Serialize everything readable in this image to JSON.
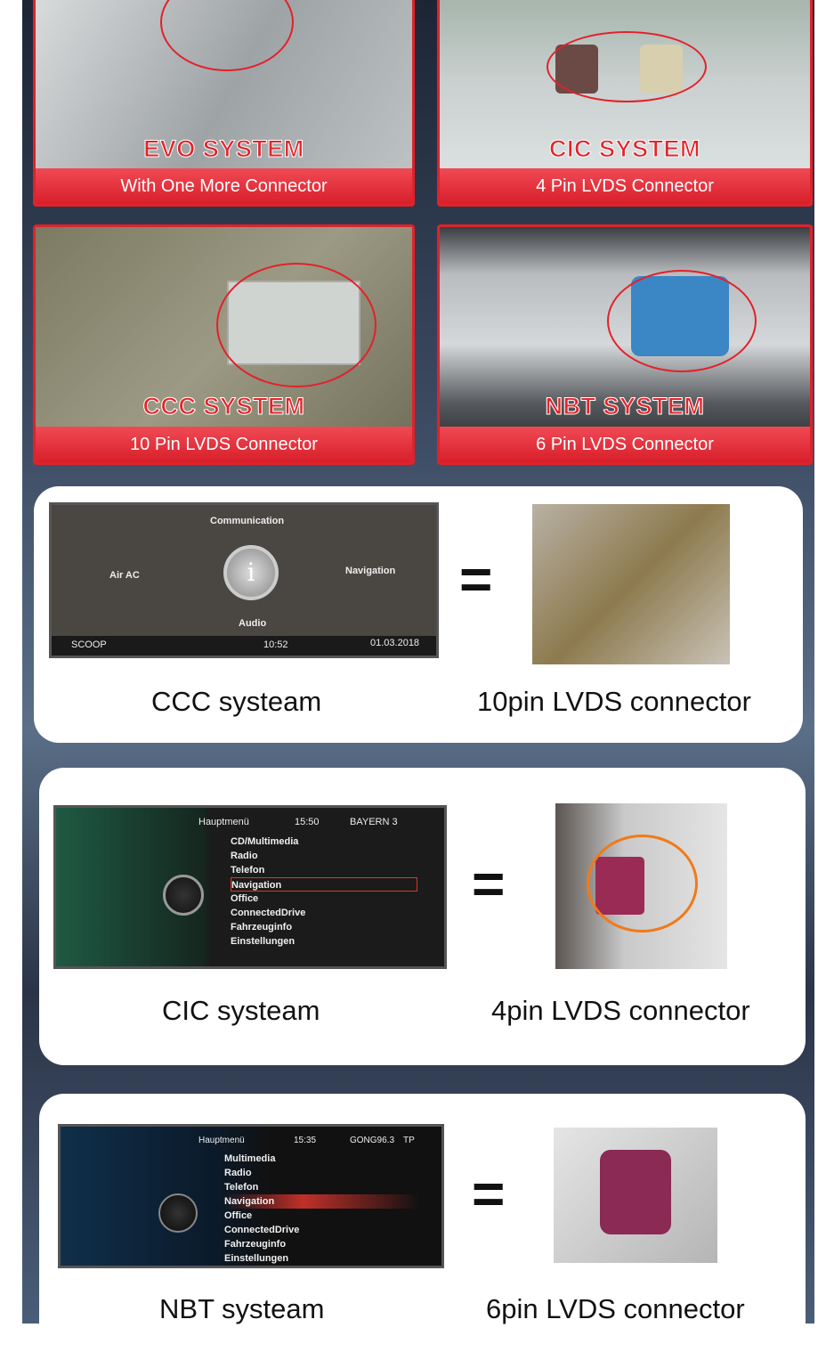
{
  "panels": [
    {
      "system": "EVO SYSTEM",
      "caption": "With One More Connector"
    },
    {
      "system": "CIC SYSTEM",
      "caption": "4 Pin LVDS Connector"
    },
    {
      "system": "CCC SYSTEM",
      "caption": "10 Pin LVDS Connector"
    },
    {
      "system": "NBT SYSTEM",
      "caption": "6 Pin LVDS Connector"
    }
  ],
  "cards": [
    {
      "left_caption": "CCC systeam",
      "right_caption": "10pin LVDS connector",
      "equals": "=",
      "screen": {
        "top": "Communication",
        "left": "Air AC",
        "right": "Navigation",
        "bottom": "Audio",
        "center": "i",
        "status_left": "SCOOP",
        "time": "10:52",
        "date": "01.03.2018"
      }
    },
    {
      "left_caption": "CIC systeam",
      "right_caption": "4pin LVDS connector",
      "equals": "=",
      "screen": {
        "header": "Hauptmenü",
        "time": "15:50",
        "station": "BAYERN 3",
        "items": [
          "CD/Multimedia",
          "Radio",
          "Telefon",
          "Navigation",
          "Office",
          "ConnectedDrive",
          "Fahrzeuginfo",
          "Einstellungen"
        ]
      }
    },
    {
      "left_caption": "NBT systeam",
      "right_caption": "6pin LVDS connector",
      "equals": "=",
      "screen": {
        "header": "Hauptmenü",
        "time": "15:35",
        "station": "GONG96.3",
        "tp": "TP",
        "items": [
          "Multimedia",
          "Radio",
          "Telefon",
          "Navigation",
          "Office",
          "ConnectedDrive",
          "Fahrzeuginfo",
          "Einstellungen"
        ]
      }
    }
  ],
  "colors": {
    "accent_red": "#e0222a",
    "card_bg": "#ffffff"
  }
}
